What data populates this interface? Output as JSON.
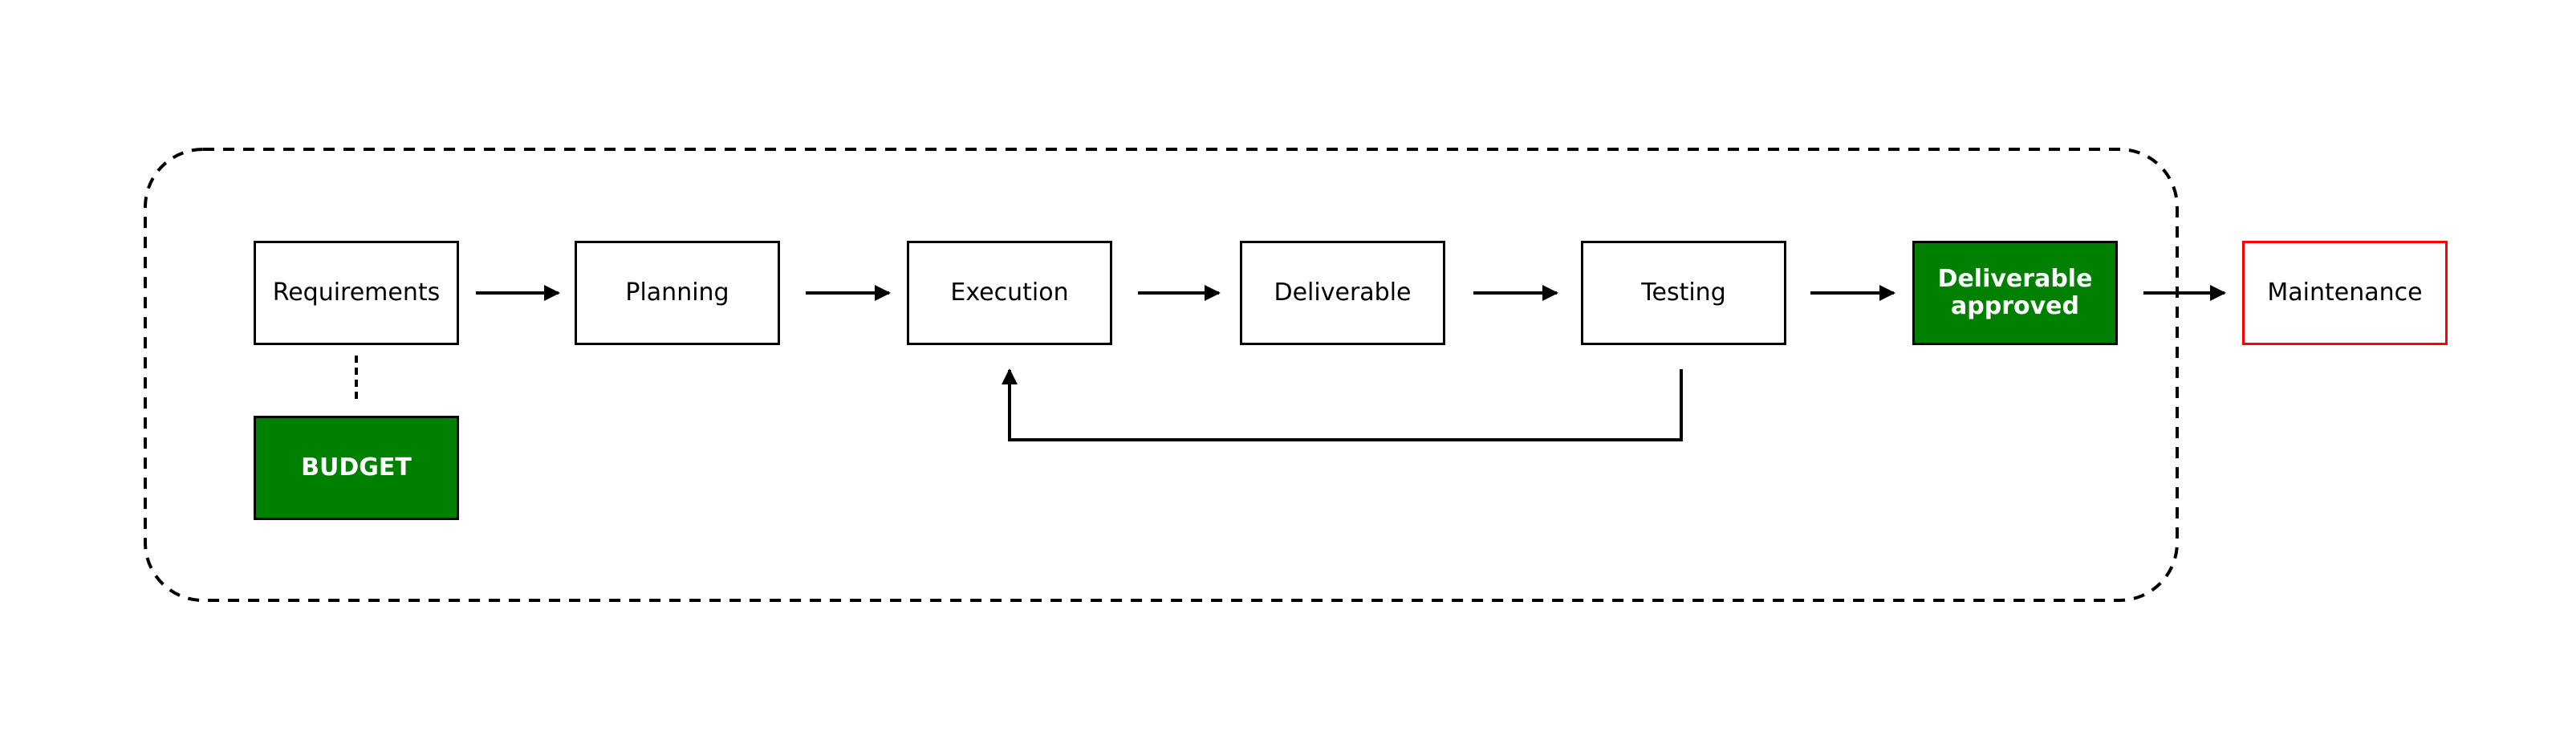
{
  "diagram": {
    "nodes": {
      "requirements": "Requirements",
      "planning": "Planning",
      "execution": "Execution",
      "deliverable": "Deliverable",
      "testing": "Testing",
      "approved_line1": "Deliverable",
      "approved_line2": "approved",
      "maintenance": "Maintenance",
      "budget": "BUDGET"
    },
    "edges": [
      {
        "from": "requirements",
        "to": "planning"
      },
      {
        "from": "planning",
        "to": "execution"
      },
      {
        "from": "execution",
        "to": "deliverable"
      },
      {
        "from": "deliverable",
        "to": "testing"
      },
      {
        "from": "testing",
        "to": "deliverable_approved"
      },
      {
        "from": "deliverable_approved",
        "to": "maintenance"
      },
      {
        "from": "testing",
        "to": "execution",
        "style": "feedback-loop"
      },
      {
        "from": "requirements",
        "to": "budget",
        "style": "dashed"
      }
    ],
    "colors": {
      "approved_fill": "#008000",
      "budget_fill": "#008000",
      "maintenance_border": "#ff0000",
      "line": "#000000"
    }
  }
}
